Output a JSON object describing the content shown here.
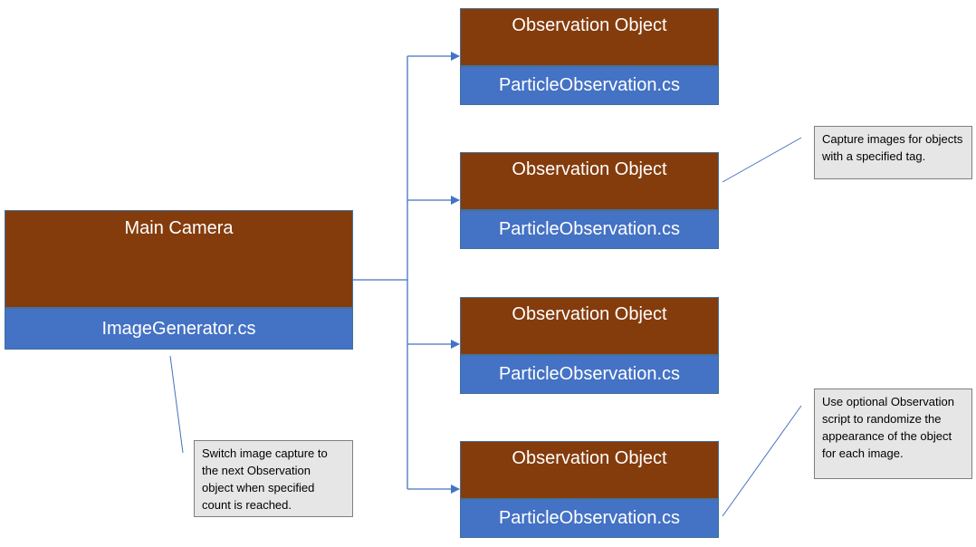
{
  "main_camera": {
    "title": "Main Camera",
    "script": "ImageGenerator.cs"
  },
  "observations": [
    {
      "title": "Observation Object",
      "script": "ParticleObservation.cs"
    },
    {
      "title": "Observation Object",
      "script": "ParticleObservation.cs"
    },
    {
      "title": "Observation Object",
      "script": "ParticleObservation.cs"
    },
    {
      "title": "Observation Object",
      "script": "ParticleObservation.cs"
    }
  ],
  "notes": {
    "switch": "Switch image capture to the next Observation object when specified count is reached.",
    "capture": "Capture images for objects with a specified tag.",
    "randomize": "Use optional Observation script to randomize the appearance of the object for each image."
  },
  "colors": {
    "node_top": "#843c0c",
    "node_bottom": "#4472c4",
    "connector": "#4472c4",
    "note_fill": "#e7e6e6"
  }
}
